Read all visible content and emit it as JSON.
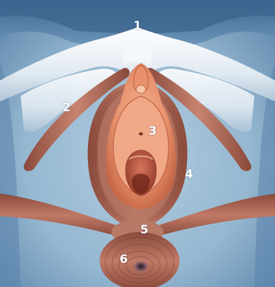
{
  "labels": [
    {
      "id": "1",
      "text": "1"
    },
    {
      "id": "2",
      "text": "2"
    },
    {
      "id": "3",
      "text": "3"
    },
    {
      "id": "4",
      "text": "4"
    },
    {
      "id": "5",
      "text": "5"
    },
    {
      "id": "6",
      "text": "6"
    }
  ],
  "colors": {
    "background": "#8fb2cc",
    "dark_edge": "#3f6a95",
    "bone": "#e6eef5",
    "muscle": "#b06f5f",
    "muscle_dark": "#7d4538",
    "tissue": "#e99a76",
    "tissue_dark": "#c8674a",
    "label_text": "#ffffff"
  }
}
